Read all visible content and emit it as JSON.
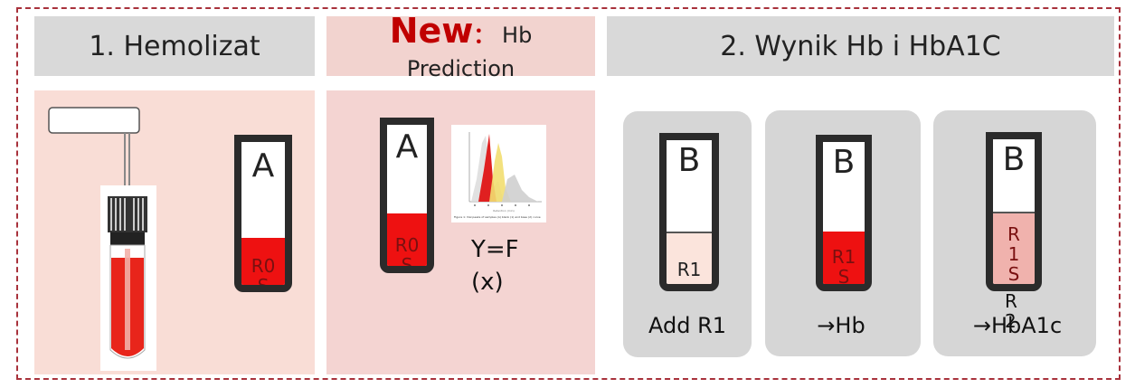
{
  "headers": {
    "hemolizat": "1. Hemolizat",
    "new_word": "New",
    "new_colon": "：",
    "new_rest_line1": "Hb",
    "new_rest_line2": "Prediction",
    "result": "2. Wynik Hb i HbA1C"
  },
  "tubes": {
    "a1": {
      "letter": "A",
      "label_line1": "R0",
      "label_line2": "S"
    },
    "a2": {
      "letter": "A",
      "label_line1": "R0",
      "label_line2": "S"
    },
    "b1": {
      "letter": "B",
      "label_line1": "R1",
      "label_line2": ""
    },
    "b2": {
      "letter": "B",
      "label_line1": "R1",
      "label_line2": "S"
    },
    "b3": {
      "letter": "B",
      "label_line1": "R",
      "label_line2": "1",
      "label_line3": "S",
      "label_line4": "R",
      "label_line5": "2"
    }
  },
  "formula": {
    "line1": "Y=F",
    "line2": "(x)"
  },
  "captions": {
    "add_r1": "Add R1",
    "hb": "→Hb",
    "hba1c": "→HbA1c"
  },
  "thumbnail_caption": "Figure 1: Vial peaks of samples (A) blank (1) and base (2) curve",
  "colors": {
    "frame": "#a8323c",
    "header_gray": "#d9d9d9",
    "panel_pink": "#f9ddd6",
    "panel_pink2": "#f4d4d2",
    "blood_red": "#ee1111",
    "light_pink": "#fbe4dc",
    "mid_pink": "#f0b2ad",
    "new_red": "#c00000"
  }
}
